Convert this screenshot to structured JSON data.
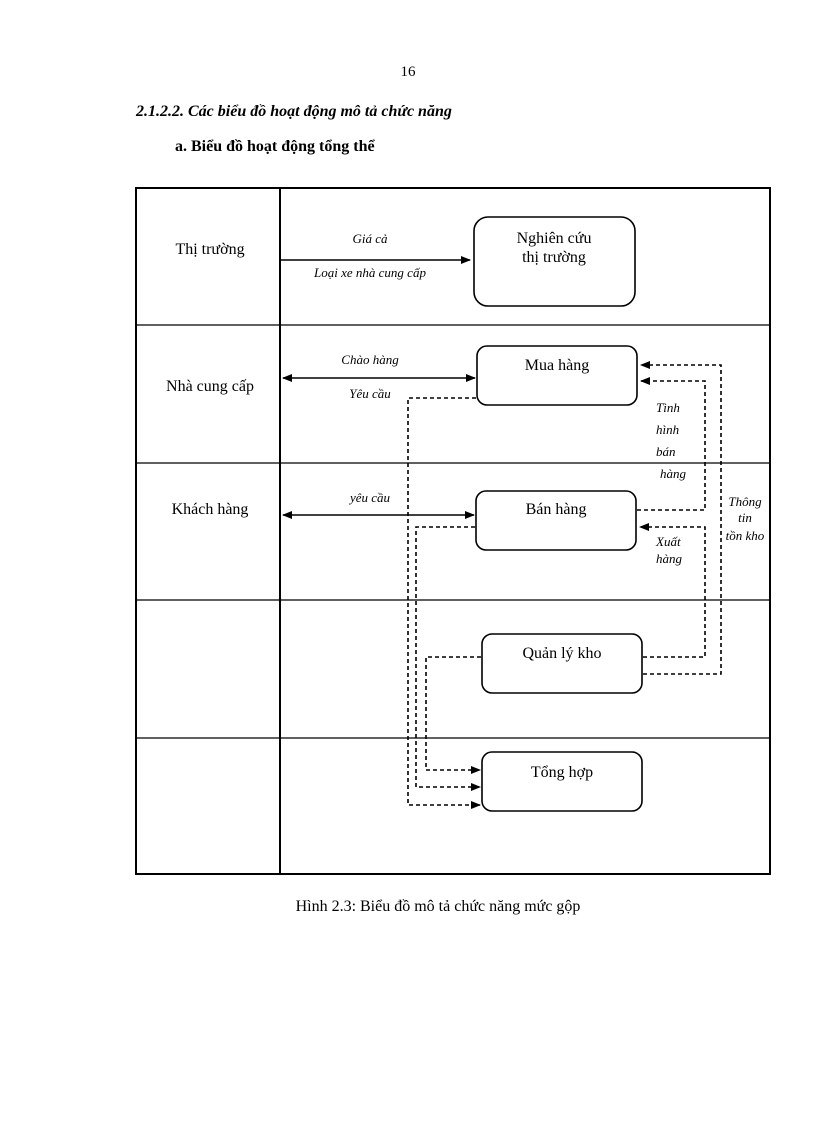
{
  "page_number": "16",
  "section_heading": "2.1.2.2. Các biểu đồ hoạt động mô tả chức năng",
  "sub_heading": "a. Biểu đồ hoạt động tổng thể",
  "lanes": [
    "Thị trường",
    "Nhà cung cấp",
    "Khách hàng",
    "",
    ""
  ],
  "activities": {
    "nghien_cuu": [
      "Nghiên cứu",
      "thị trường"
    ],
    "mua_hang": "Mua hàng",
    "ban_hang": "Bán hàng",
    "quan_ly_kho": "Quản lý kho",
    "tong_hop": "Tổng hợp"
  },
  "flows": {
    "gia_ca": "Giá cả",
    "loai_xe": "Loại xe nhà cung cấp",
    "chao_hang": "Chào hàng",
    "yeu_cau_ncc": "Yêu cầu",
    "yeu_cau_kh": "yêu cầu",
    "tinh_hinh_ban_hang": [
      "Tình",
      "hình",
      "bán",
      "hàng"
    ],
    "thong_tin_ton_kho": [
      "Thông",
      "tin",
      "tồn kho"
    ],
    "xuat_hang": [
      "Xuất",
      "hàng"
    ]
  },
  "caption": "Hình 2.3: Biểu đồ mô tả chức năng mức gộp"
}
